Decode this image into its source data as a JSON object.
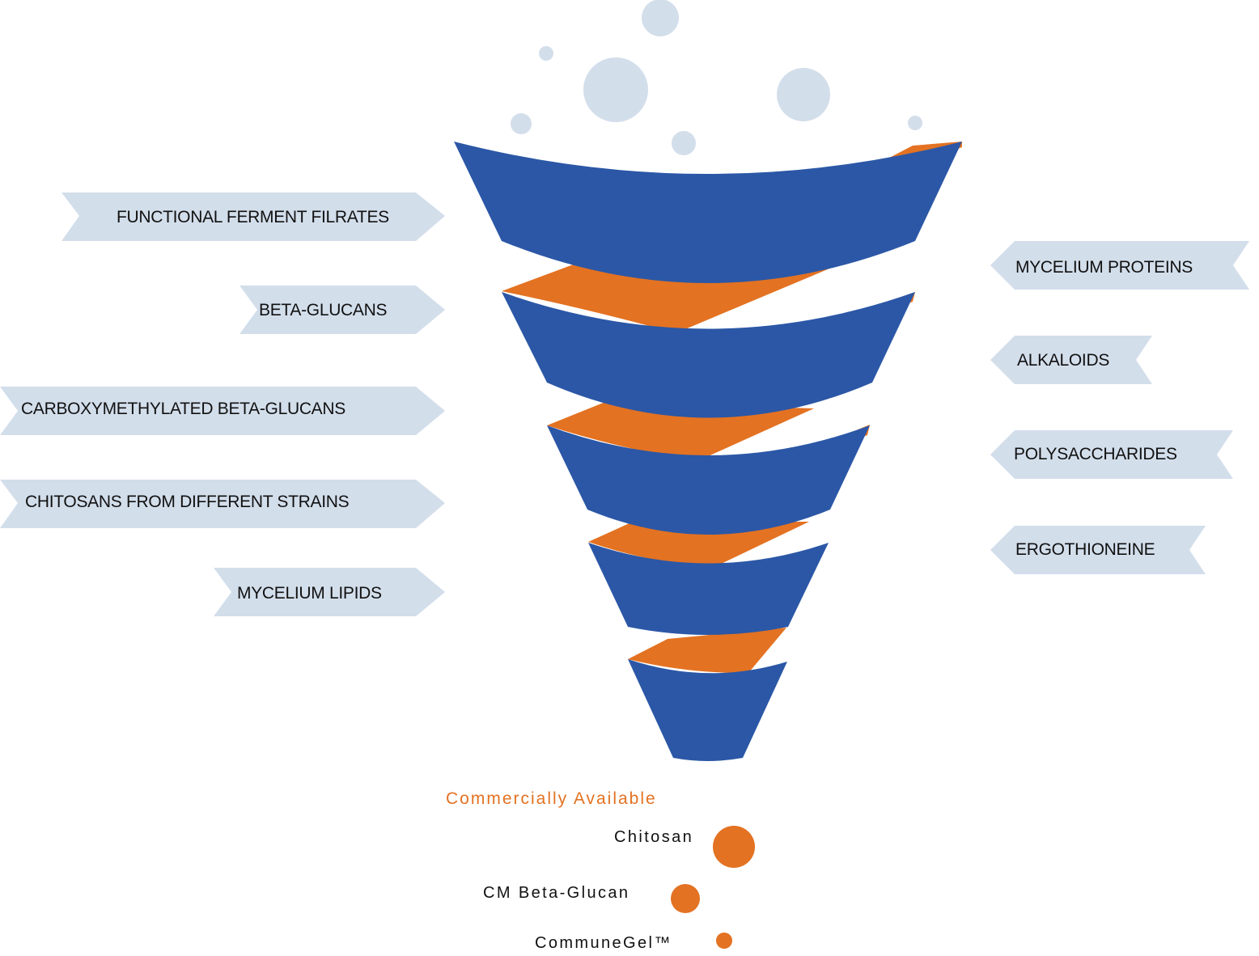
{
  "colors": {
    "funnel_blue": "#2B57A6",
    "funnel_orange": "#E37222",
    "tag_fill": "#D3DEEB",
    "bubble_fill": "#D3DEEB",
    "legend_orange": "#E37222",
    "text_dark": "#111111"
  },
  "left_tags": [
    "FUNCTIONAL FERMENT FILRATES",
    "BETA-GLUCANS",
    "CARBOXYMETHYLATED BETA-GLUCANS",
    "CHITOSANS FROM DIFFERENT STRAINS",
    "MYCELIUM LIPIDS"
  ],
  "right_tags": [
    "MYCELIUM PROTEINS",
    "ALKALOIDS",
    "POLYSACCHARIDES",
    "ERGOTHIONEINE"
  ],
  "legend": {
    "title": "Commercially Available",
    "items": [
      {
        "label": "Chitosan"
      },
      {
        "label": "CM Beta-Glucan"
      },
      {
        "label": "CommuneGel™"
      }
    ]
  }
}
